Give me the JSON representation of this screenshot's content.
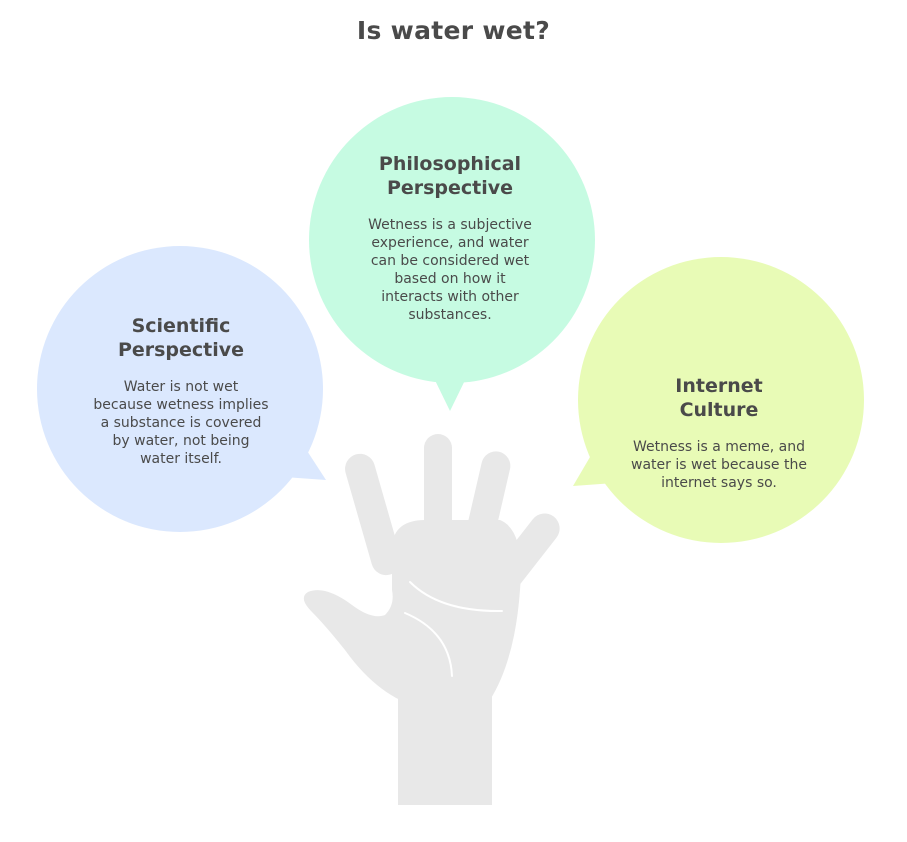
{
  "title": "Is water wet?",
  "perspectives": [
    {
      "heading_line1": "Scientific",
      "heading_line2": "Perspective",
      "body": "Water is not wet because wetness implies a substance is covered by water, not being water itself.",
      "color": "#dbe8fe"
    },
    {
      "heading_line1": "Philosophical",
      "heading_line2": "Perspective",
      "body": "Wetness is a subjective experience, and water can be considered wet based on how it interacts with other substances.",
      "color": "#c6fbe2"
    },
    {
      "heading_line1": "Internet",
      "heading_line2": "Culture",
      "body": "Wetness is a meme, and water is wet because the internet says so.",
      "color": "#e8fbb6"
    }
  ],
  "hand_color": "#e8e8e8",
  "palm_line_color": "#ffffff"
}
